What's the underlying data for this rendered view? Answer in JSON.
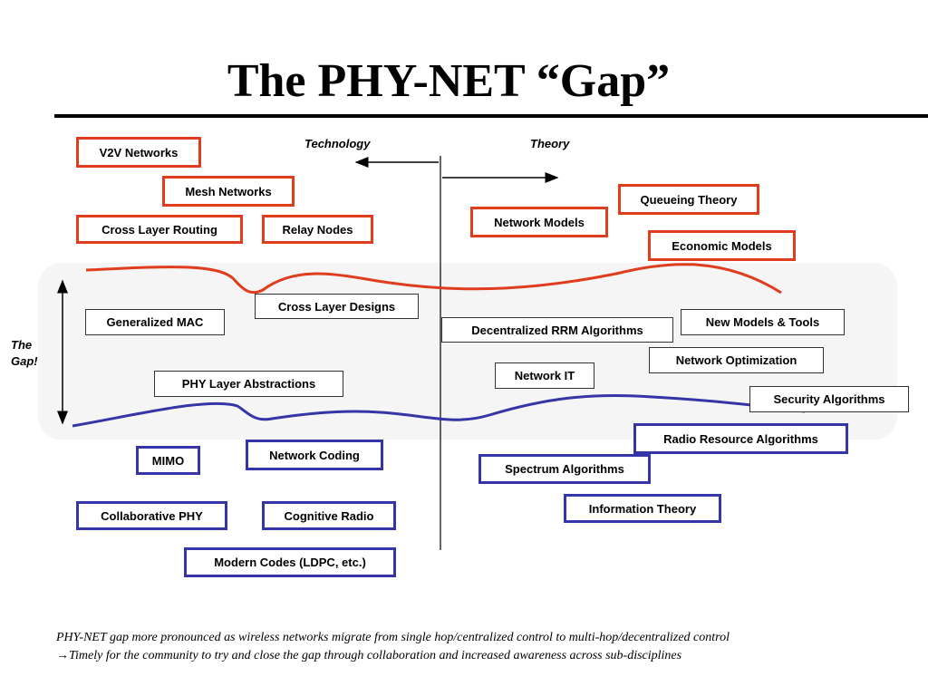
{
  "title": "The PHY-NET “Gap”",
  "axis": {
    "technology": "Technology",
    "theory": "Theory"
  },
  "gap_label": {
    "line1": "The",
    "line2": "Gap!"
  },
  "network_boxes": [
    {
      "label": "V2V Networks"
    },
    {
      "label": "Mesh Networks"
    },
    {
      "label": "Cross Layer Routing"
    },
    {
      "label": "Relay Nodes"
    },
    {
      "label": "Network Models"
    },
    {
      "label": "Queueing Theory"
    },
    {
      "label": "Economic Models"
    }
  ],
  "gap_boxes": [
    {
      "label": "Cross Layer Designs"
    },
    {
      "label": "Generalized MAC"
    },
    {
      "label": "Decentralized RRM Algorithms"
    },
    {
      "label": "New Models & Tools"
    },
    {
      "label": "Network Optimization"
    },
    {
      "label": "Network IT"
    },
    {
      "label": "PHY Layer Abstractions"
    },
    {
      "label": "Security Algorithms"
    }
  ],
  "phy_boxes": [
    {
      "label": "Radio Resource Algorithms"
    },
    {
      "label": "Network Coding"
    },
    {
      "label": "MIMO"
    },
    {
      "label": "Spectrum Algorithms"
    },
    {
      "label": "Information Theory"
    },
    {
      "label": "Collaborative PHY"
    },
    {
      "label": "Cognitive Radio"
    },
    {
      "label": "Modern Codes (LDPC, etc.)"
    }
  ],
  "caption": {
    "line1": "PHY-NET gap more pronounced as wireless networks migrate from single hop/centralized control to multi-hop/decentralized control",
    "line2": "→Timely for the community to try and close the gap through collaboration and increased awareness across sub-disciplines"
  },
  "colors": {
    "network": "#e03c1e",
    "phy": "#3535a8",
    "gap_band": "#f5f5f5"
  }
}
